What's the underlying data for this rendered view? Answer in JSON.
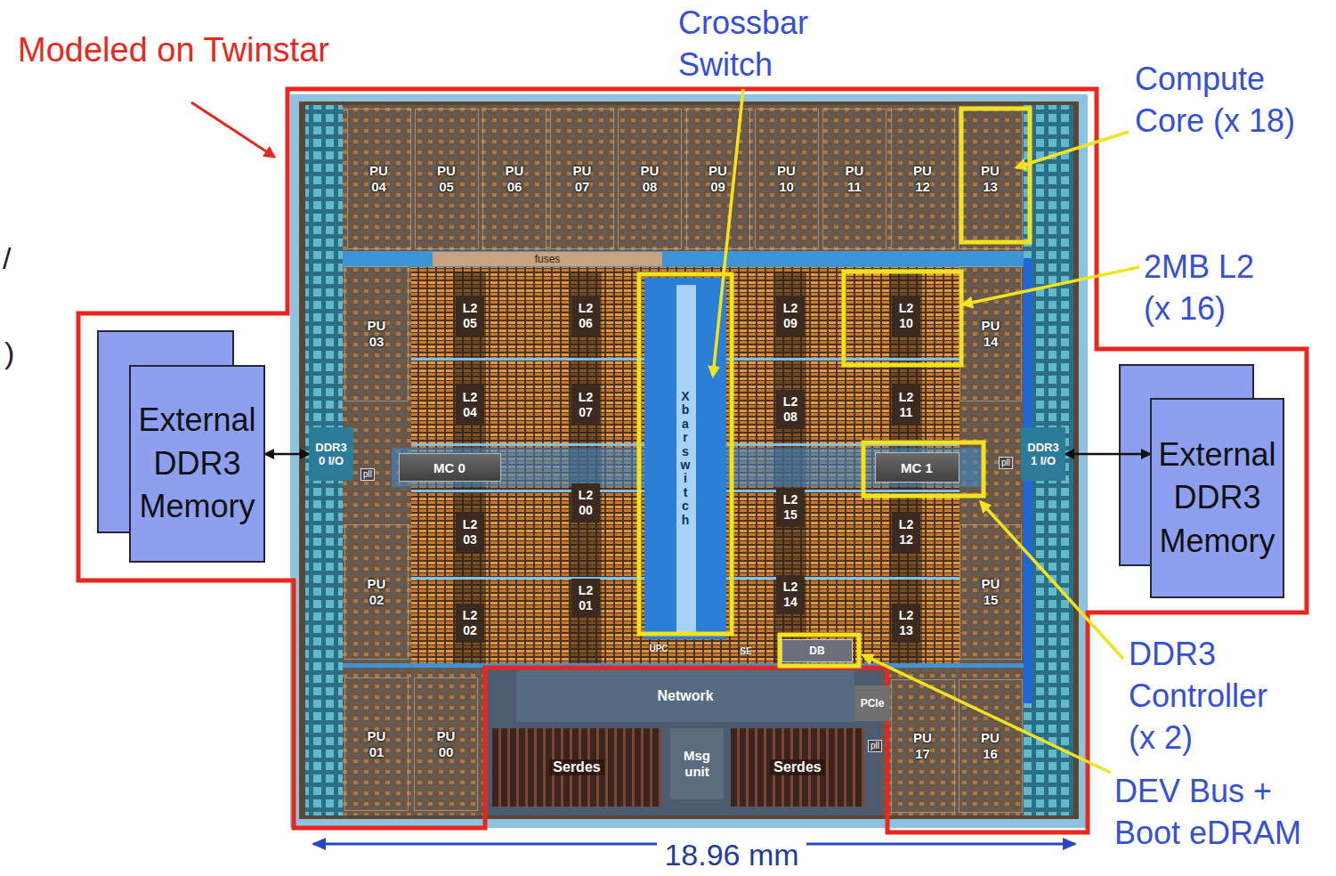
{
  "diagram": {
    "nodes": [
      {
        "text": [
          "PU 04"
        ]
      },
      {
        "text": [
          "PU 05"
        ]
      },
      {
        "text": [
          "PU 06"
        ]
      },
      {
        "text": [
          "PU 07"
        ]
      },
      {
        "text": [
          "PU 08"
        ]
      },
      {
        "text": [
          "PU 09"
        ]
      },
      {
        "text": [
          "PU 10"
        ]
      },
      {
        "text": [
          "PU 11"
        ]
      },
      {
        "text": [
          "PU 12"
        ]
      },
      {
        "text": [
          "PU 13"
        ]
      },
      {
        "text": [
          "fuses"
        ]
      },
      {
        "text": [
          "PU 03"
        ]
      },
      {
        "text": [
          "L2 05"
        ]
      },
      {
        "text": [
          "L2 06"
        ]
      },
      {
        "text": [
          "X b a r s w i t c h"
        ]
      },
      {
        "text": [
          "L2 09"
        ]
      },
      {
        "text": [
          "L2 10"
        ]
      },
      {
        "text": [
          "PU 14"
        ]
      },
      {
        "text": [
          "L2 04"
        ]
      },
      {
        "text": [
          "L2 07"
        ]
      },
      {
        "text": [
          "L2 08"
        ]
      },
      {
        "text": [
          "L2 11"
        ]
      },
      {
        "text": [
          "External DDR3 Memory"
        ]
      },
      {
        "text": [
          "DDR3 0 I/O"
        ]
      },
      {
        "text": [
          "MC 0"
        ]
      },
      {
        "text": [
          "MC 1"
        ]
      },
      {
        "text": [
          "DDR3 1 I/O"
        ]
      },
      {
        "text": [
          "External DDR3 Memory"
        ]
      },
      {
        "text": [
          "L2 00"
        ]
      },
      {
        "text": [
          "L2 15"
        ]
      },
      {
        "text": [
          "L2 03"
        ]
      },
      {
        "text": [
          "L2 12"
        ]
      },
      {
        "text": [
          "PU 02"
        ]
      },
      {
        "text": [
          "PU 15"
        ]
      },
      {
        "text": [
          "L2 01"
        ]
      },
      {
        "text": [
          "L2 14"
        ]
      },
      {
        "text": [
          "L2 02"
        ]
      },
      {
        "text": [
          "L2 13"
        ]
      },
      {
        "text": [
          "DB"
        ]
      },
      {
        "text": [
          "Network"
        ]
      },
      {
        "text": [
          "PCIe"
        ]
      },
      {
        "text": [
          "PU 01"
        ]
      },
      {
        "text": [
          "PU 00"
        ]
      },
      {
        "text": [
          "Serdes"
        ]
      },
      {
        "text": [
          "Msg unit"
        ]
      },
      {
        "text": [
          "Serdes"
        ]
      },
      {
        "text": [
          "PU 17"
        ]
      },
      {
        "text": [
          "PU 16"
        ]
      }
    ],
    "edges": [
      {
        "from": 22,
        "to": 23,
        "arrow": "both"
      },
      {
        "from": 26,
        "to": 27,
        "arrow": "both"
      }
    ],
    "labels": [
      "Modeled on Twinstar",
      "Crossbar Switch",
      "Compute Core (x 18)",
      "2MB L2 (x 16)",
      "DDR3 Controller (x 2)",
      "DEV Bus + Boot eDRAM",
      "18.96 mm",
      "/",
      ")",
      "pll",
      "pll",
      "pll",
      "UPC",
      "SE"
    ]
  }
}
